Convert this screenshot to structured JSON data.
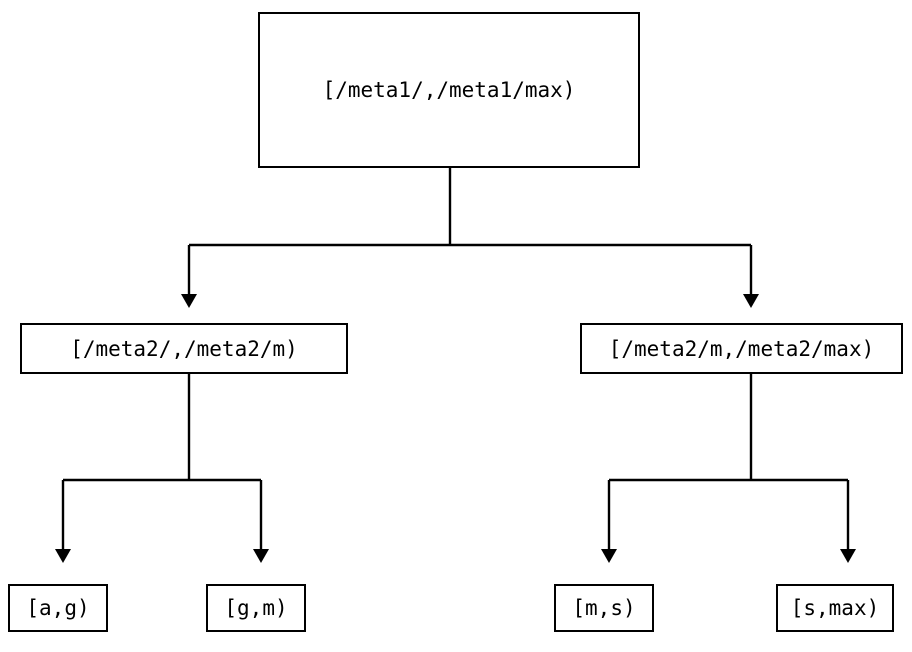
{
  "diagram": {
    "type": "binary-interval-tree",
    "background_color": "#ffffff",
    "stroke_color": "#000000",
    "text_color": "#000000",
    "nodes": {
      "root": {
        "label": "[/meta1/,/meta1/max)"
      },
      "level2": [
        {
          "label": "[/meta2/,/meta2/m)"
        },
        {
          "label": "[/meta2/m,/meta2/max)"
        }
      ],
      "leaves": [
        {
          "label": "[a,g)"
        },
        {
          "label": "[g,m)"
        },
        {
          "label": "[m,s)"
        },
        {
          "label": "[s,max)"
        }
      ]
    },
    "edges": [
      {
        "from": "root",
        "to": "[/meta2/,/meta2/m)",
        "arrow": "down"
      },
      {
        "from": "root",
        "to": "[/meta2/m,/meta2/max)",
        "arrow": "down"
      },
      {
        "from": "[/meta2/,/meta2/m)",
        "to": "[a,g)",
        "arrow": "down"
      },
      {
        "from": "[/meta2/,/meta2/m)",
        "to": "[g,m)",
        "arrow": "down"
      },
      {
        "from": "[/meta2/m,/meta2/max)",
        "to": "[m,s)",
        "arrow": "down"
      },
      {
        "from": "[/meta2/m,/meta2/max)",
        "to": "[s,max)",
        "arrow": "down"
      }
    ]
  }
}
